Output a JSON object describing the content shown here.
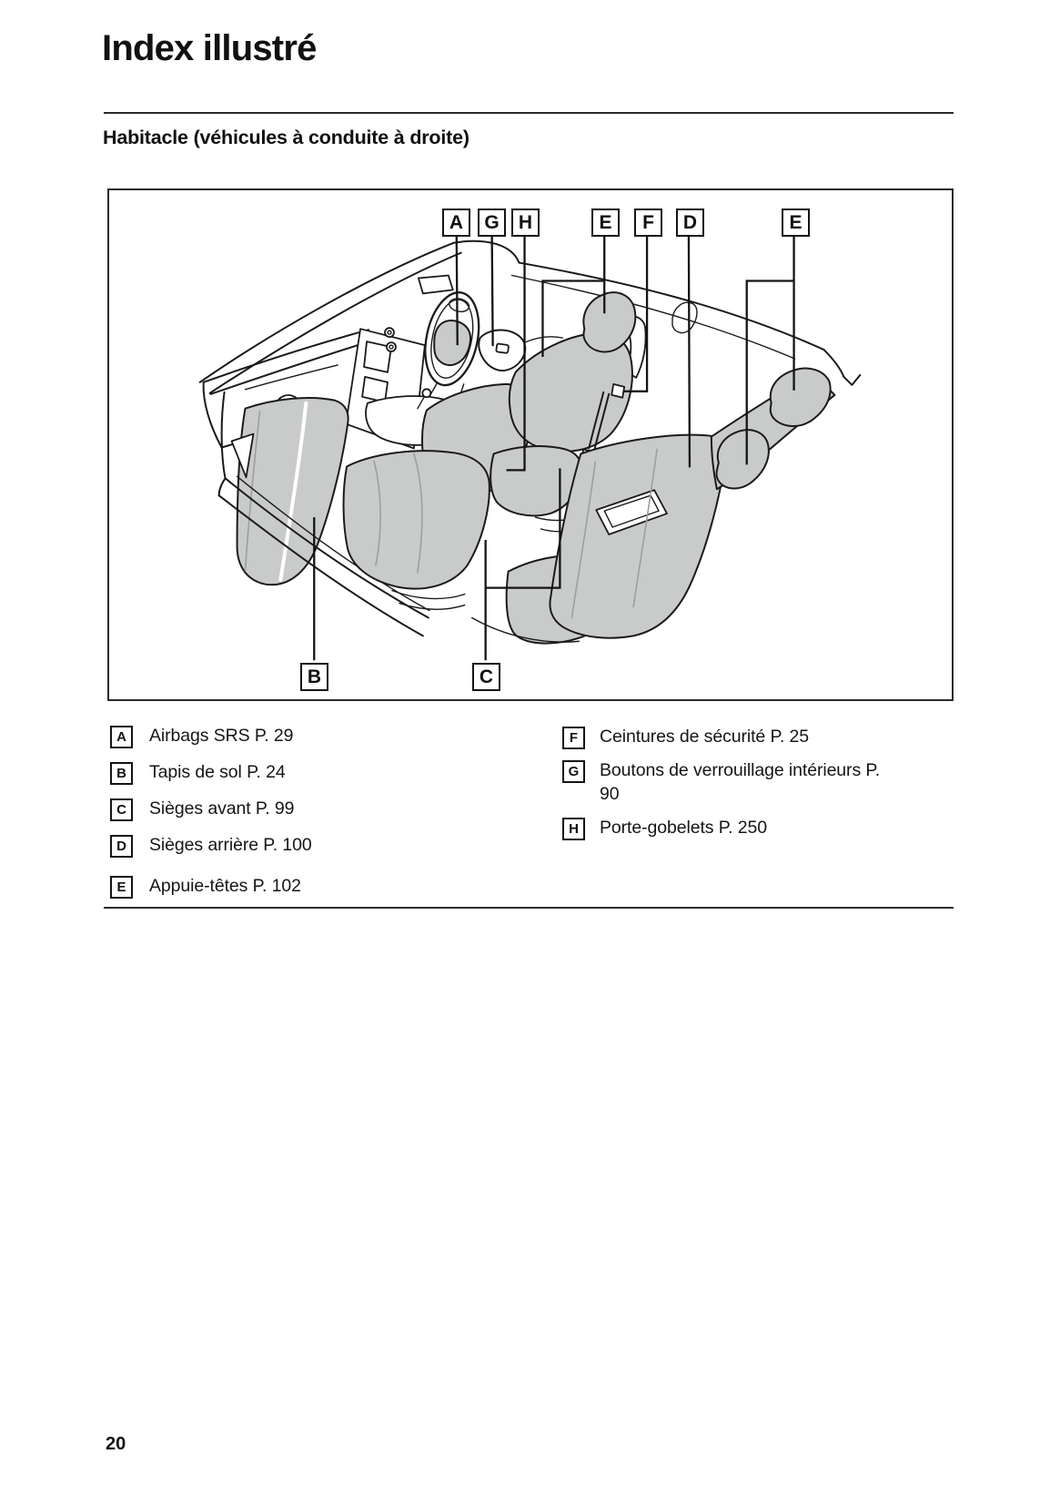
{
  "page": {
    "title": "Index illustré",
    "section_heading": "Habitacle (véhicules à conduite à droite)",
    "page_number": "20"
  },
  "figure": {
    "callouts_top": [
      "A",
      "G",
      "H",
      "E",
      "F",
      "D",
      "E"
    ],
    "callouts_bottom": [
      "B",
      "C"
    ]
  },
  "legend": {
    "left": [
      {
        "key": "A",
        "label": "Airbags SRS P. 29"
      },
      {
        "key": "B",
        "label": "Tapis de sol P. 24"
      },
      {
        "key": "C",
        "label": "Sièges avant P. 99"
      },
      {
        "key": "D",
        "label": "Sièges arrière P. 100"
      },
      {
        "key": "E",
        "label": "Appuie-têtes P. 102"
      }
    ],
    "right": [
      {
        "key": "F",
        "label": "Ceintures de sécurité P. 25"
      },
      {
        "key": "G",
        "label": "Boutons de verrouillage intérieurs P. 90"
      },
      {
        "key": "H",
        "label": "Porte-gobelets P. 250"
      }
    ]
  },
  "colors": {
    "seat_fill": "#c9cbca",
    "outline": "#1a1a1a",
    "rule": "#2b2b2b"
  }
}
